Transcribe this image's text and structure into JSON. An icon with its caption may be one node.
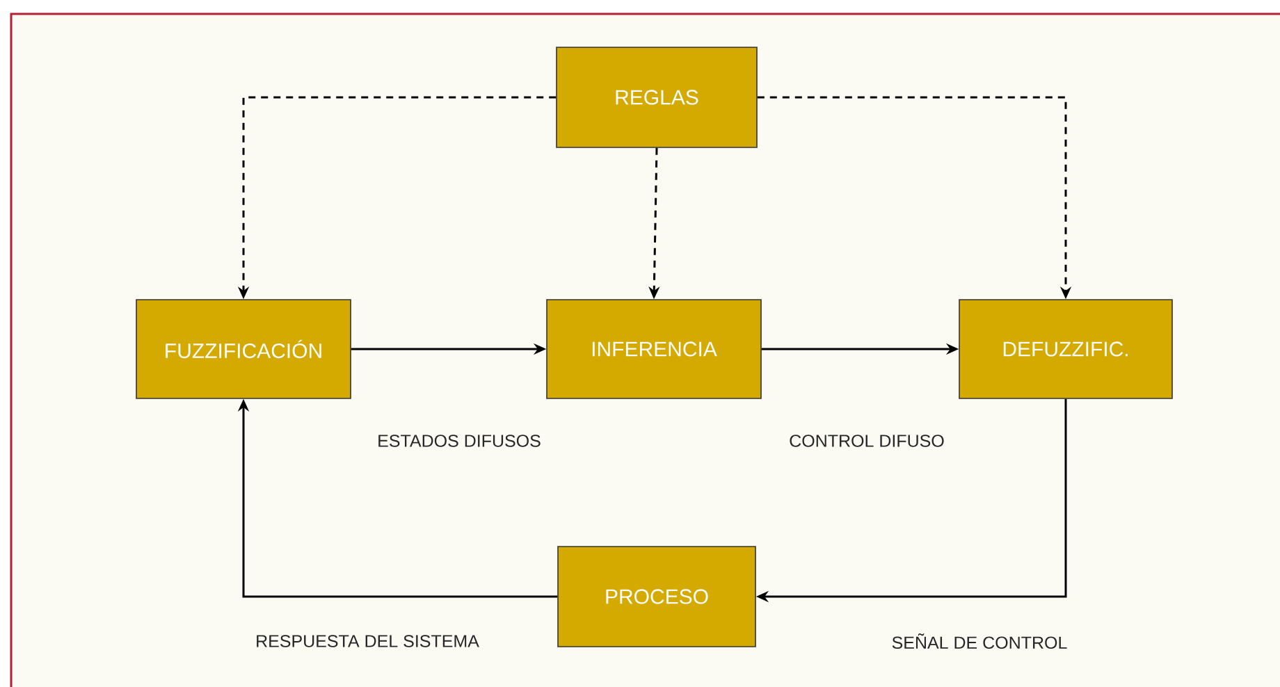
{
  "diagram": {
    "nodes": [
      {
        "text": [
          "REGLAS"
        ]
      },
      {
        "text": [
          "FUZZIFICACIÓN"
        ]
      },
      {
        "text": [
          "INFERENCIA"
        ]
      },
      {
        "text": [
          "DEFUZZIFIC."
        ]
      },
      {
        "text": [
          "PROCESO"
        ]
      }
    ],
    "edges": [
      {
        "from": 0,
        "to": 1,
        "arrow": "to",
        "style": "dashed"
      },
      {
        "from": 0,
        "to": 2,
        "arrow": "to",
        "style": "dashed"
      },
      {
        "from": 0,
        "to": 3,
        "arrow": "to",
        "style": "dashed"
      },
      {
        "from": 1,
        "to": 2,
        "arrow": "to",
        "label": "ESTADOS DIFUSOS"
      },
      {
        "from": 2,
        "to": 3,
        "arrow": "to",
        "label": "CONTROL DIFUSO"
      },
      {
        "from": 3,
        "to": 4,
        "arrow": "to",
        "label": "SEÑAL DE CONTROL"
      },
      {
        "from": 4,
        "to": 1,
        "arrow": "to",
        "label": "RESPUESTA DEL SISTEMA"
      }
    ]
  }
}
